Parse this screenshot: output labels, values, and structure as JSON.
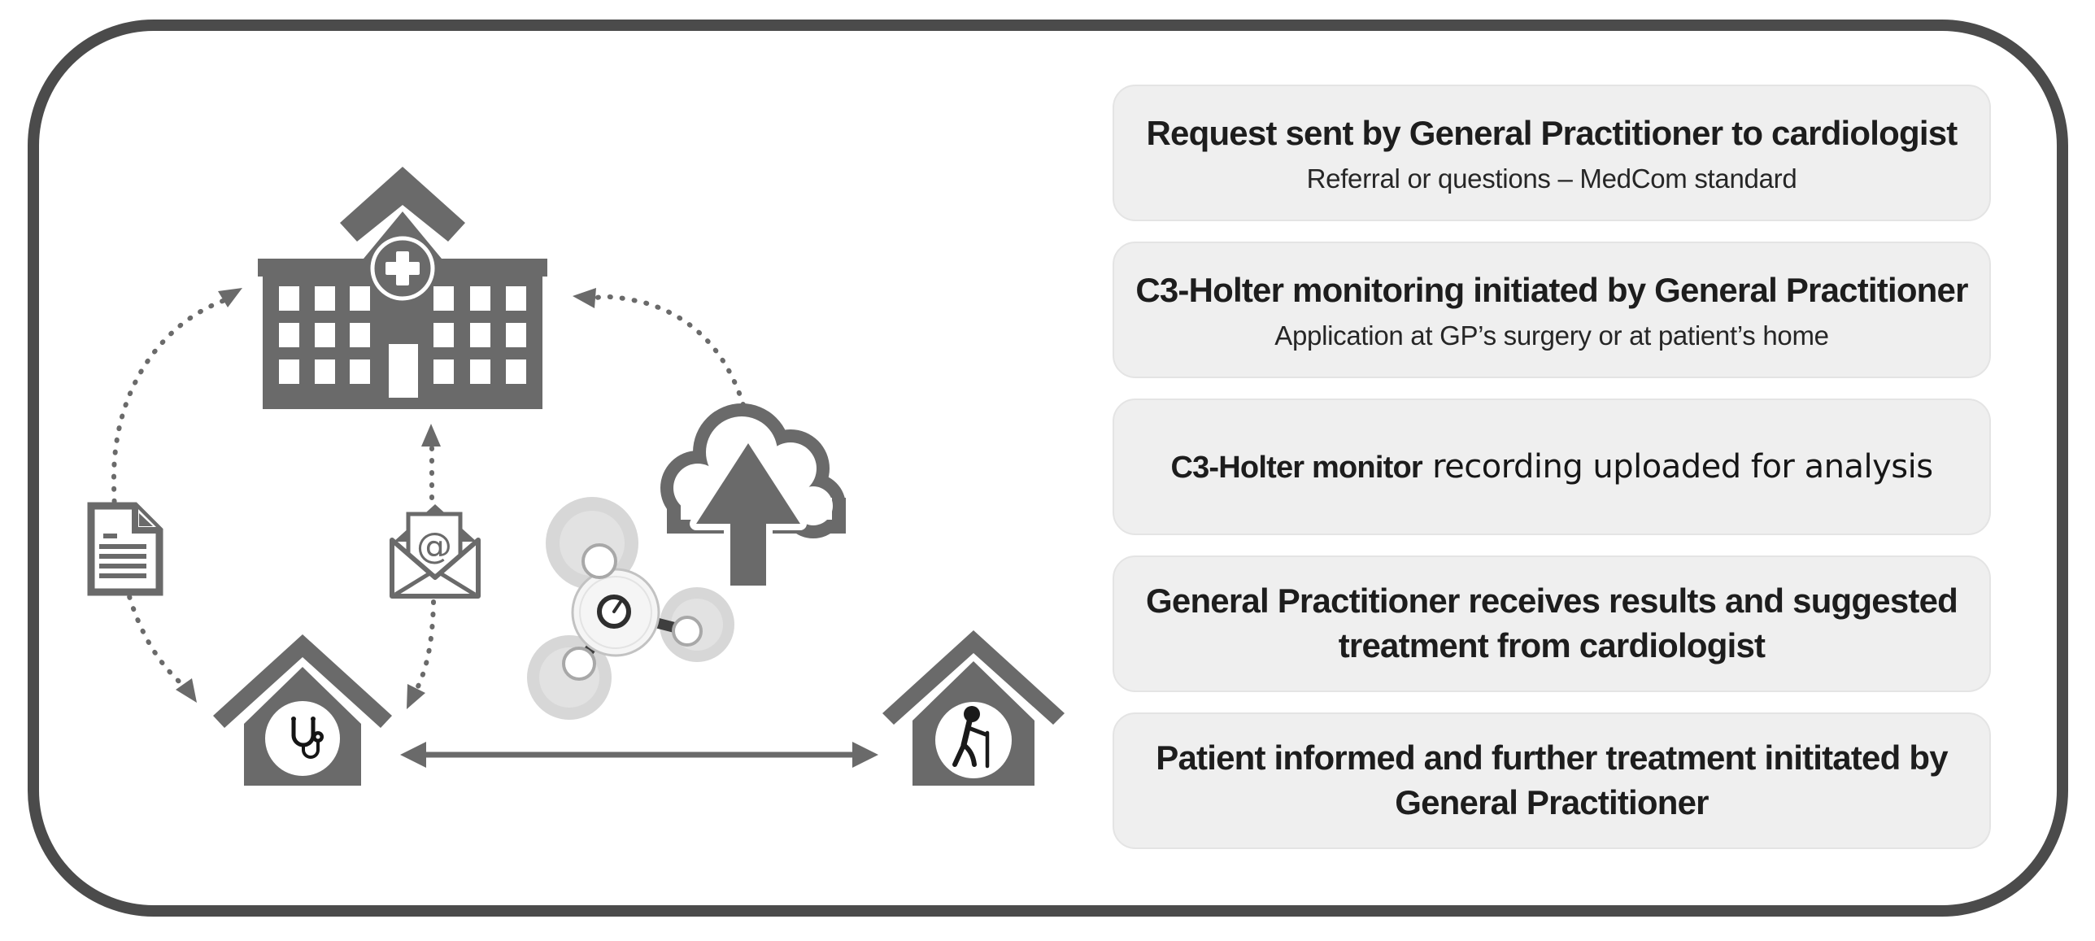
{
  "colors": {
    "frame_border": "#4b4b4b",
    "icon_gray": "#6a6a6a",
    "box_background": "#efefef",
    "box_border": "#e4e4e4",
    "text": "#1d1d1d",
    "device_rotor_gray": "#d7d7d7"
  },
  "steps": [
    {
      "title": "Request sent by General Practitioner to cardiologist",
      "subtitle": "Referral or questions – MedCom standard"
    },
    {
      "title": "C3-Holter monitoring initiated by General Practitioner",
      "subtitle": "Application at GP’s surgery or at patient’s home"
    },
    {
      "title_part1": "C3-Holter monitor",
      "title_part2": " recording uploaded for analysis"
    },
    {
      "title": "General Practitioner receives results and suggested treatment from cardiologist"
    },
    {
      "title": "Patient informed and further treatment inititated by General Practitioner"
    }
  ],
  "icons": {
    "hospital": "hospital-icon",
    "referral_document": "document-icon",
    "email": "email-icon",
    "email_at": "@",
    "cloud_upload": "cloud-upload-icon",
    "holter_device": "holter-device-image",
    "gp_house": "gp-house-icon",
    "stethoscope": "stethoscope-icon",
    "patient_house": "patient-house-icon",
    "person_with_cane": "person-with-cane-icon"
  },
  "arrows": {
    "left_arc": "dotted arc between GP house and hospital via referral document",
    "middle_line": "dotted line between hospital and GP house via email",
    "cloud_arc": "dotted arc from cloud upload to hospital",
    "bottom": "solid double-headed arrow between GP house and patient home"
  }
}
